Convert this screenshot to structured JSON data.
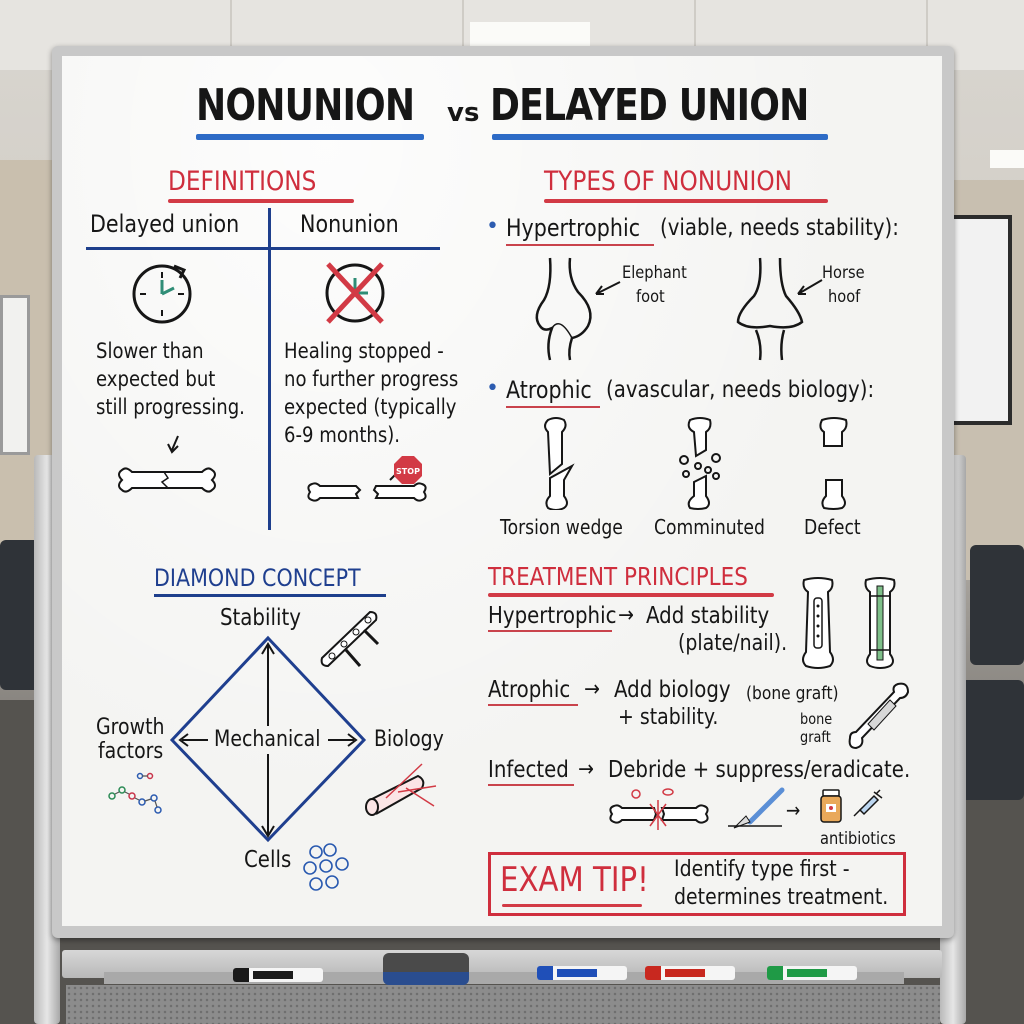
{
  "board": {
    "title_left": "NONUNION",
    "title_vs": "vs",
    "title_right": "DELAYED UNION",
    "definitions": {
      "heading": "DEFINITIONS",
      "col_left": {
        "label": "Delayed union",
        "icon": "clock-running-icon",
        "text": [
          "Slower than",
          "expected but",
          "still progressing."
        ],
        "figure": "healing-bone-icon"
      },
      "col_right": {
        "label": "Nonunion",
        "icon": "clock-crossed-icon",
        "text": [
          "Healing stopped -",
          "no further progress",
          "expected (typically",
          "6-9 months)."
        ],
        "figure": "broken-bone-icon",
        "stop_sign": "STOP"
      }
    },
    "types": {
      "heading": "TYPES OF NONUNION",
      "hypertrophic": {
        "name": "Hypertrophic",
        "desc": "(viable, needs stability):",
        "figures": [
          {
            "label_1": "Elephant",
            "label_2": "foot"
          },
          {
            "label_1": "Horse",
            "label_2": "hoof"
          }
        ]
      },
      "atrophic": {
        "name": "Atrophic",
        "desc": "(avascular, needs biology):",
        "figures": [
          "Torsion wedge",
          "Comminuted",
          "Defect"
        ]
      }
    },
    "diamond": {
      "heading": "DIAMOND CONCEPT",
      "top": "Stability",
      "left_1": "Growth",
      "left_2": "factors",
      "center": "Mechanical",
      "right": "Biology",
      "bottom": "Cells"
    },
    "treatment": {
      "heading": "TREATMENT PRINCIPLES",
      "rows": [
        {
          "type": "Hypertrophic",
          "arrow": "→",
          "action": "Add stability",
          "action_2": "(plate/nail)."
        },
        {
          "type": "Atrophic",
          "arrow": "→",
          "action": "Add biology",
          "action_note": "(bone graft)",
          "action_2": "+ stability.",
          "graft_label_1": "bone",
          "graft_label_2": "graft"
        },
        {
          "type": "Infected",
          "arrow": "→",
          "action": "Debride + suppress/eradicate.",
          "antibiotics_label": "antibiotics"
        }
      ]
    },
    "exam_tip": {
      "label": "EXAM TIP!",
      "line_1": "Identify type first -",
      "line_2": "determines treatment."
    }
  },
  "tray": {
    "markers": [
      {
        "color": "#1a1a1a"
      },
      {
        "color": "#1f4fb8"
      },
      {
        "color": "#c8281f"
      },
      {
        "color": "#1f9a46"
      }
    ]
  },
  "colors": {
    "red": "#cf2e3d",
    "blue": "#2d6bc6",
    "navy": "#1f3f8f",
    "ink": "#161616",
    "board": "#f4f4f2"
  }
}
